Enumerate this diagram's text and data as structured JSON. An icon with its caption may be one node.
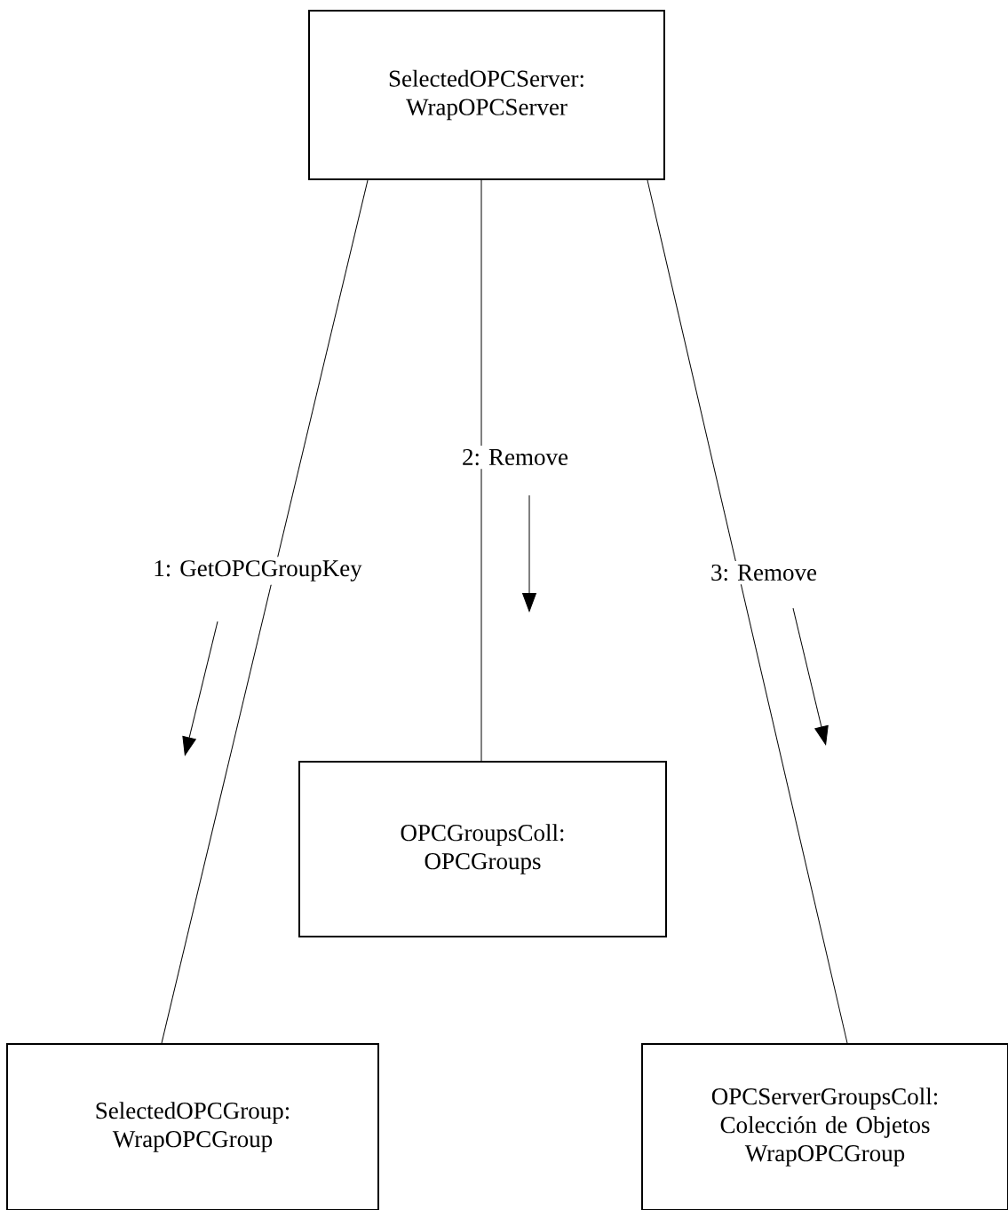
{
  "diagram": {
    "nodes": [
      {
        "text": [
          "SelectedOPCServer: WrapOPCServer"
        ]
      },
      {
        "text": [
          "OPCGroupsColl: OPCGroups"
        ]
      },
      {
        "text": [
          "SelectedOPCGroup: WrapOPCGroup"
        ]
      },
      {
        "text": [
          "OPCServerGroupsColl: Colección de Objetos WrapOPCGroup"
        ]
      }
    ],
    "edges": [
      {
        "from": 0,
        "to": 2,
        "arrow": "none",
        "label": "1: GetOPCGroupKey"
      },
      {
        "from": 0,
        "to": 1,
        "arrow": "none",
        "label": "2: Remove"
      },
      {
        "from": 0,
        "to": 3,
        "arrow": "none",
        "label": "3: Remove"
      }
    ]
  }
}
